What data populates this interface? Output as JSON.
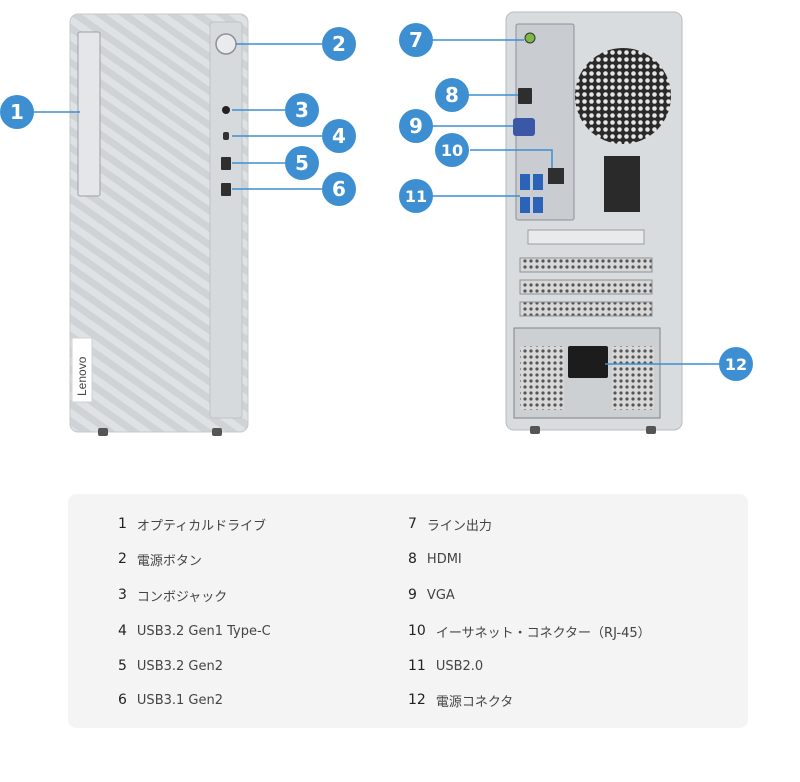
{
  "brand": {
    "logo_text": "Lenovo"
  },
  "callouts": [
    {
      "number": "1"
    },
    {
      "number": "2"
    },
    {
      "number": "3"
    },
    {
      "number": "4"
    },
    {
      "number": "5"
    },
    {
      "number": "6"
    },
    {
      "number": "7"
    },
    {
      "number": "8"
    },
    {
      "number": "9"
    },
    {
      "number": "10"
    },
    {
      "number": "11"
    },
    {
      "number": "12"
    }
  ],
  "legend": {
    "items": [
      {
        "number": "1",
        "label": "オプティカルドライブ"
      },
      {
        "number": "2",
        "label": "電源ボタン"
      },
      {
        "number": "3",
        "label": "コンボジャック"
      },
      {
        "number": "4",
        "label": "USB3.2 Gen1 Type-C"
      },
      {
        "number": "5",
        "label": "USB3.2 Gen2"
      },
      {
        "number": "6",
        "label": "USB3.1 Gen2"
      },
      {
        "number": "7",
        "label": "ライン出力"
      },
      {
        "number": "8",
        "label": "HDMI"
      },
      {
        "number": "9",
        "label": "VGA"
      },
      {
        "number": "10",
        "label": "イーサネット・コネクター（RJ-45）"
      },
      {
        "number": "11",
        "label": "USB2.0"
      },
      {
        "number": "12",
        "label": "電源コネクタ"
      }
    ]
  },
  "colors": {
    "callout_fill": "#3d8fd1",
    "leader_line": "#3d8fd1",
    "case_body": "#dcdfe2",
    "case_shadow": "#b9bdc1",
    "legend_bg": "#f4f4f4"
  }
}
